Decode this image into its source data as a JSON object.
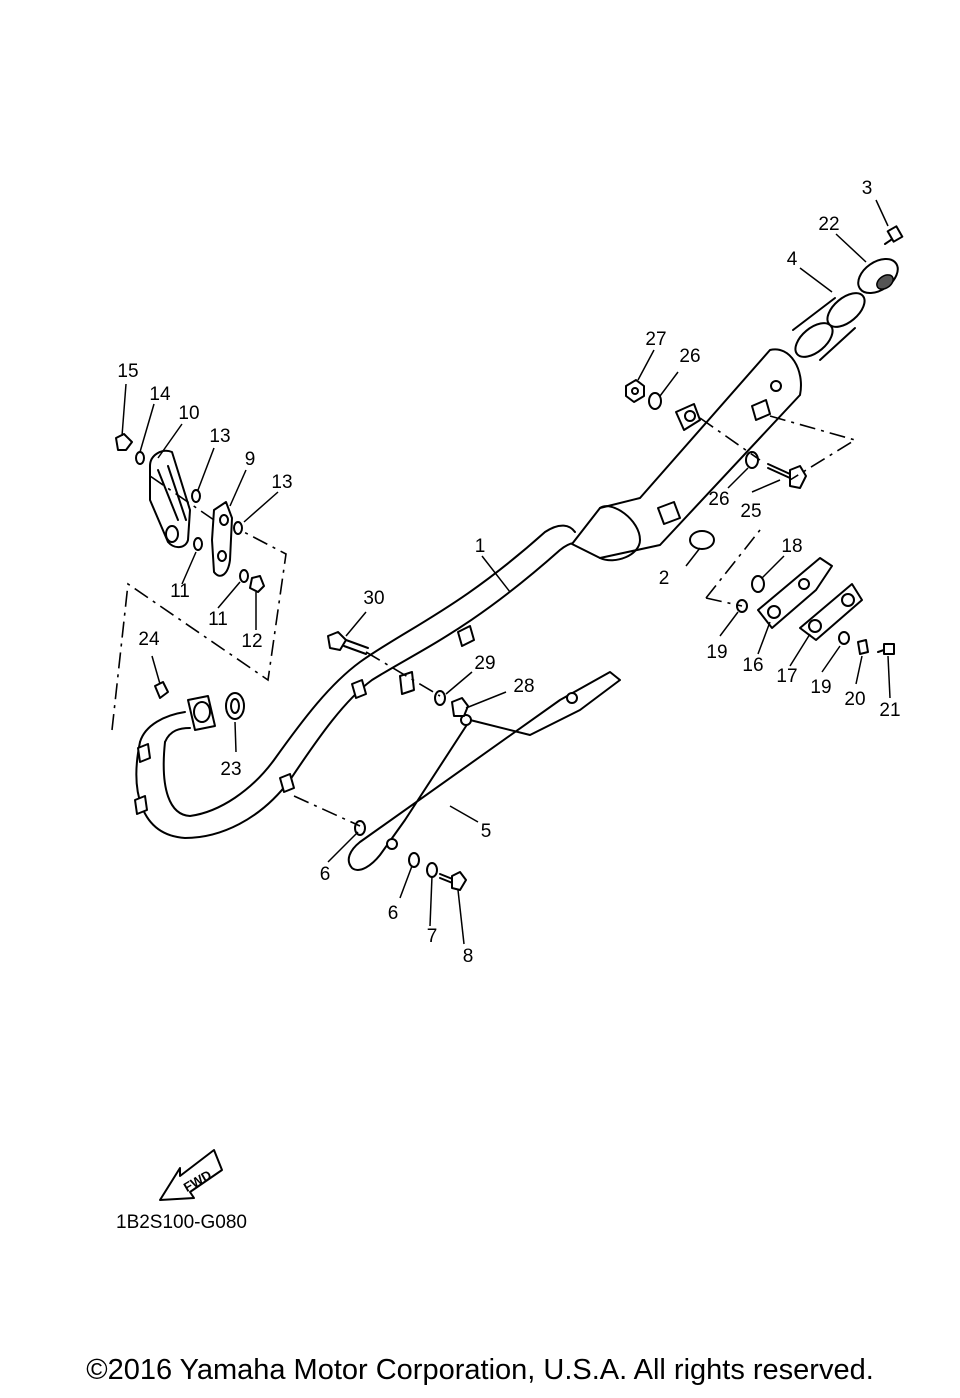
{
  "diagram": {
    "callouts": [
      {
        "id": "c1",
        "text": "1"
      },
      {
        "id": "c2",
        "text": "2"
      },
      {
        "id": "c3",
        "text": "3"
      },
      {
        "id": "c4",
        "text": "4"
      },
      {
        "id": "c5",
        "text": "5"
      },
      {
        "id": "c6a",
        "text": "6"
      },
      {
        "id": "c6b",
        "text": "6"
      },
      {
        "id": "c7",
        "text": "7"
      },
      {
        "id": "c8",
        "text": "8"
      },
      {
        "id": "c9",
        "text": "9"
      },
      {
        "id": "c10",
        "text": "10"
      },
      {
        "id": "c11a",
        "text": "11"
      },
      {
        "id": "c11b",
        "text": "11"
      },
      {
        "id": "c12",
        "text": "12"
      },
      {
        "id": "c13a",
        "text": "13"
      },
      {
        "id": "c13b",
        "text": "13"
      },
      {
        "id": "c14",
        "text": "14"
      },
      {
        "id": "c15",
        "text": "15"
      },
      {
        "id": "c16",
        "text": "16"
      },
      {
        "id": "c17",
        "text": "17"
      },
      {
        "id": "c18",
        "text": "18"
      },
      {
        "id": "c19a",
        "text": "19"
      },
      {
        "id": "c19b",
        "text": "19"
      },
      {
        "id": "c20",
        "text": "20"
      },
      {
        "id": "c21",
        "text": "21"
      },
      {
        "id": "c22",
        "text": "22"
      },
      {
        "id": "c23",
        "text": "23"
      },
      {
        "id": "c24",
        "text": "24"
      },
      {
        "id": "c25",
        "text": "25"
      },
      {
        "id": "c26a",
        "text": "26"
      },
      {
        "id": "c26b",
        "text": "26"
      },
      {
        "id": "c27",
        "text": "27"
      },
      {
        "id": "c28",
        "text": "28"
      },
      {
        "id": "c29",
        "text": "29"
      },
      {
        "id": "c30",
        "text": "30"
      }
    ],
    "fwd_label": "FWD",
    "diagram_code": "1B2S100-G080",
    "copyright": "©2016 Yamaha Motor Corporation, U.S.A. All rights reserved."
  }
}
